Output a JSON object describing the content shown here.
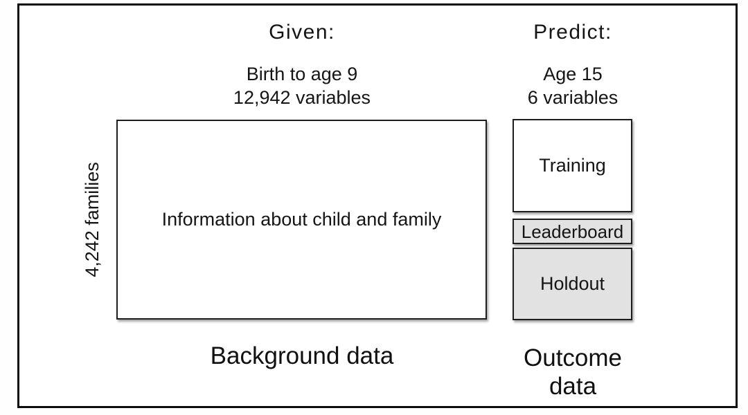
{
  "figure": {
    "given": {
      "title": "Given:",
      "subtitle_line1": "Birth to age 9",
      "subtitle_line2": "12,942 variables",
      "side_label": "4,242 families",
      "box_label": "Information about child and family",
      "caption": "Background data"
    },
    "predict": {
      "title": "Predict:",
      "subtitle_line1": "Age 15",
      "subtitle_line2": "6 variables",
      "boxes": [
        {
          "label": "Training",
          "fill": "#ffffff"
        },
        {
          "label": "Leaderboard",
          "fill": "#e2e2e2"
        },
        {
          "label": "Holdout",
          "fill": "#e2e2e2"
        }
      ],
      "caption_line1": "Outcome",
      "caption_line2": "data"
    },
    "colors": {
      "frame_border": "#0c0c0c",
      "box_border": "#1d1d1d",
      "white_fill": "#ffffff",
      "gray_fill": "#e2e2e2",
      "text": "#111111",
      "background": "#ffffff"
    }
  }
}
